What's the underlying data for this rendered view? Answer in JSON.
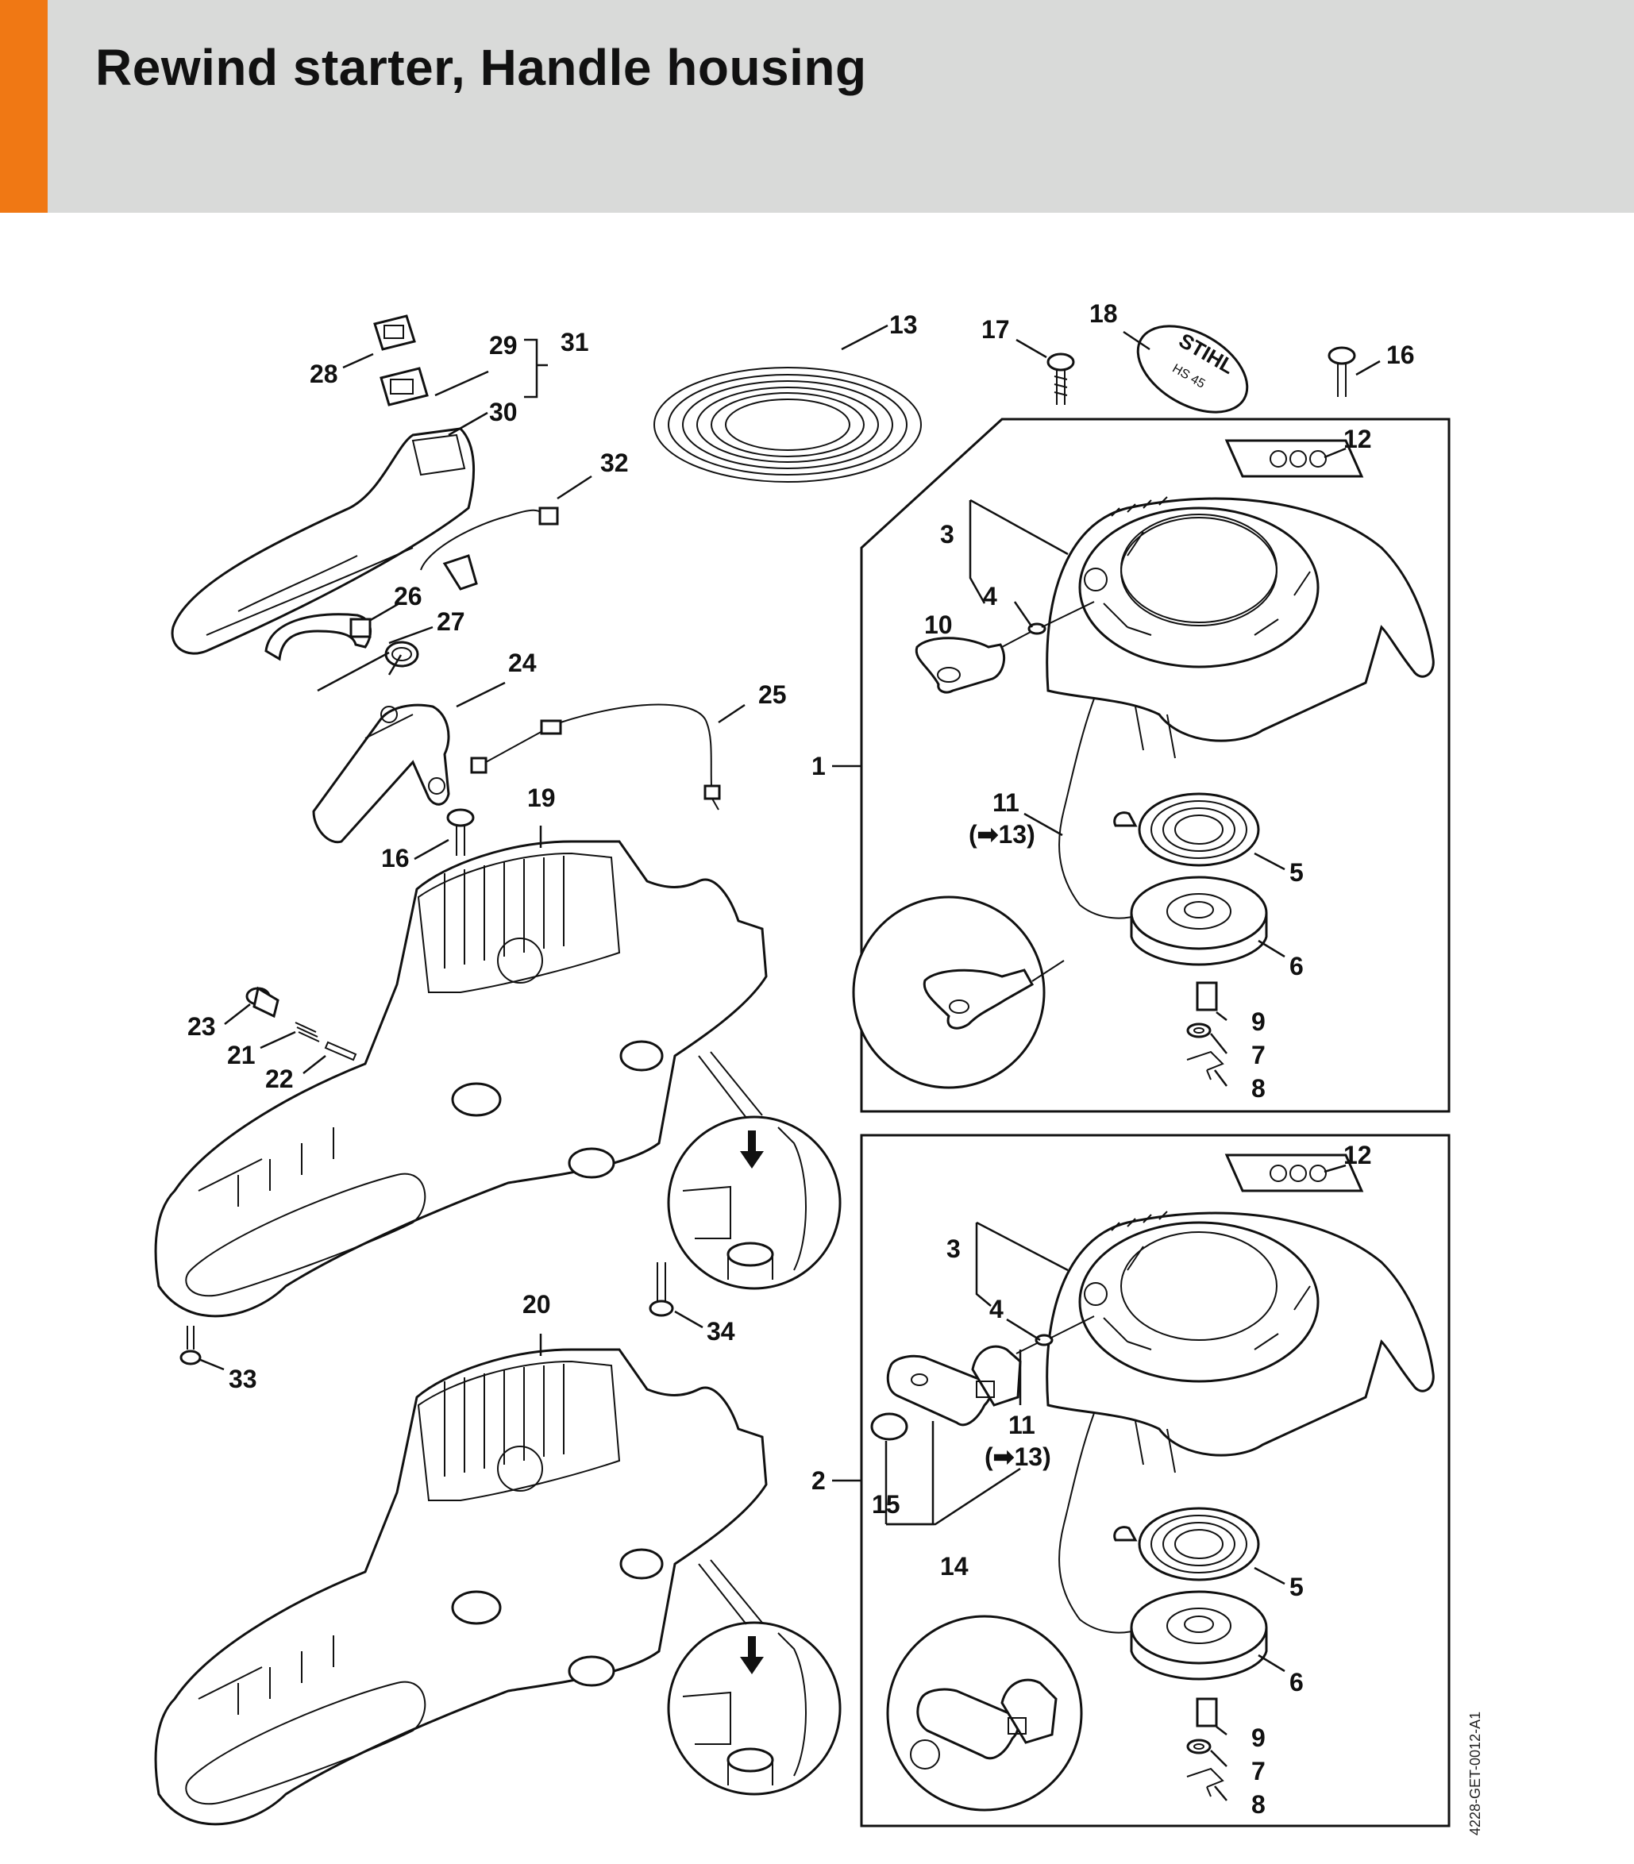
{
  "header": {
    "title": "Rewind starter, Handle housing",
    "accent_color": "#f07814",
    "band_color": "#d9dad9"
  },
  "document_ref": "4228-GET-0012-A1",
  "decal_text": {
    "brand": "STIHL",
    "model": "HS 45"
  },
  "callouts": {
    "c1": "1",
    "c2": "2",
    "c3a": "3",
    "c3b": "3",
    "c4a": "4",
    "c4b": "4",
    "c5a": "5",
    "c5b": "5",
    "c6a": "6",
    "c6b": "6",
    "c7a": "7",
    "c7b": "7",
    "c8a": "8",
    "c8b": "8",
    "c9a": "9",
    "c9b": "9",
    "c10": "10",
    "c11a": "11",
    "c11a_ref": "(➡13)",
    "c11b": "11",
    "c11b_ref": "(➡13)",
    "c12a": "12",
    "c12b": "12",
    "c13": "13",
    "c14": "14",
    "c15": "15",
    "c16a": "16",
    "c16b": "16",
    "c17": "17",
    "c18": "18",
    "c19": "19",
    "c20": "20",
    "c21": "21",
    "c22": "22",
    "c23": "23",
    "c24": "24",
    "c25": "25",
    "c26": "26",
    "c27": "27",
    "c28": "28",
    "c29": "29",
    "c30": "30",
    "c31": "31",
    "c32": "32",
    "c33": "33",
    "c34": "34"
  }
}
